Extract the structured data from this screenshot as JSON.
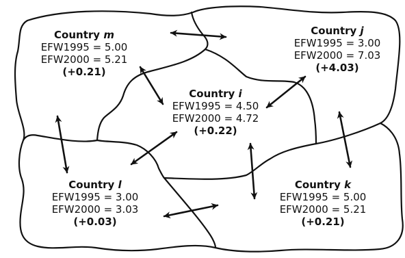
{
  "diagram": {
    "colors": {
      "ink": "#111111",
      "background": "#ffffff"
    },
    "countries": [
      {
        "id": "m",
        "name": "Country",
        "letter": "m",
        "efw1995": "EFW1995 = 5.00",
        "efw2000": "EFW2000 = 5.21",
        "change": "(+0.21)"
      },
      {
        "id": "j",
        "name": "Country",
        "letter": "j",
        "efw1995": "EFW1995 = 3.00",
        "efw2000": "EFW2000 = 7.03",
        "change": "(+4.03)"
      },
      {
        "id": "i",
        "name": "Country",
        "letter": "i",
        "efw1995": "EFW1995 = 4.50",
        "efw2000": "EFW2000 = 4.72",
        "change": "(+0.22)"
      },
      {
        "id": "l",
        "name": "Country",
        "letter": "l",
        "efw1995": "EFW1995 = 3.00",
        "efw2000": "EFW2000 = 3.03",
        "change": "(+0.03)"
      },
      {
        "id": "k",
        "name": "Country",
        "letter": "k",
        "efw1995": "EFW1995 = 5.00",
        "efw2000": "EFW2000 = 5.21",
        "change": "(+0.21)"
      }
    ],
    "links": [
      {
        "from": "m",
        "to": "j"
      },
      {
        "from": "m",
        "to": "i"
      },
      {
        "from": "m",
        "to": "l"
      },
      {
        "from": "i",
        "to": "j"
      },
      {
        "from": "i",
        "to": "l"
      },
      {
        "from": "i",
        "to": "k"
      },
      {
        "from": "j",
        "to": "k"
      },
      {
        "from": "l",
        "to": "k"
      }
    ]
  }
}
